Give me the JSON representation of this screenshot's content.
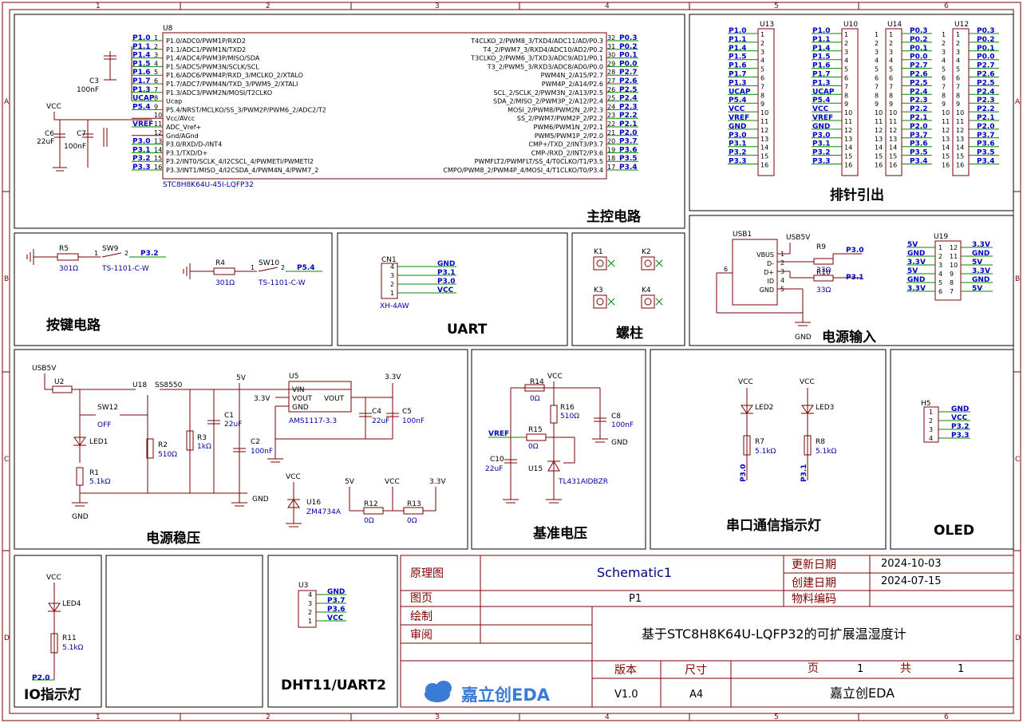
{
  "ruler": {
    "cols": [
      "1",
      "2",
      "3",
      "4",
      "5",
      "6"
    ],
    "rows": [
      "A",
      "B",
      "C",
      "D"
    ]
  },
  "sections": {
    "main": "主控电路",
    "header": "排针引出",
    "key": "按键电路",
    "uart": "UART",
    "screw": "螺柱",
    "power_in": "电源输入",
    "regulator": "电源稳压",
    "reference": "基准电压",
    "serial_led": "串口通信指示灯",
    "oled": "OLED",
    "io_led": "IO指示灯",
    "dht": "DHT11/UART2"
  },
  "mcu": {
    "ref": "U8",
    "part": "STC8H8K64U-45I-LQFP32",
    "left": [
      {
        "net": "P1.0",
        "pin": "1",
        "name": "P1.0/ADC0/PWM1P/RXD2"
      },
      {
        "net": "P1.1",
        "pin": "2",
        "name": "P1.1/ADC1/PWM1N/TXD2"
      },
      {
        "net": "P1.4",
        "pin": "3",
        "name": "P1.4/ADC4/PWM3P/MISO/SDA"
      },
      {
        "net": "P1.5",
        "pin": "4",
        "name": "P1.5/ADC5/PWM3N/SCLK/SCL"
      },
      {
        "net": "P1.6",
        "pin": "5",
        "name": "P1.6/ADC6/PWM4P/RXD_3/MCLKO_2/XTALO"
      },
      {
        "net": "P1.7",
        "pin": "6",
        "name": "P1.7/ADC7/PWM4N/TXD_3/PWM5_2/XTALI"
      },
      {
        "net": "P1.3",
        "pin": "7",
        "name": "P1.3/ADC3/PWM2N/MOSI/T2CLKO"
      },
      {
        "net": "UCAP",
        "pin": "8",
        "name": "Ucap"
      },
      {
        "net": "P5.4",
        "pin": "9",
        "name": "P5.4/NRST/MCLKO/SS_3/PWM2P/PWM6_2/ADC2/T2"
      },
      {
        "net": "",
        "pin": "10",
        "name": "Vcc/AVcc"
      },
      {
        "net": "VREF",
        "pin": "11",
        "name": "ADC_Vref+"
      },
      {
        "net": "",
        "pin": "12",
        "name": "Gnd/AGnd"
      },
      {
        "net": "P3.0",
        "pin": "13",
        "name": "P3.0/RXD/D-/INT4"
      },
      {
        "net": "P3.1",
        "pin": "14",
        "name": "P3.1/TXD/D+"
      },
      {
        "net": "P3.2",
        "pin": "15",
        "name": "P3.2/INT0/SCLK_4/I2CSCL_4/PWMETI/PWMETI2"
      },
      {
        "net": "P3.3",
        "pin": "16",
        "name": "P3.3/INT1/MISO_4/I2CSDA_4/PWM4N_4/PWM7_2"
      }
    ],
    "right": [
      {
        "net": "P0.3",
        "pin": "32",
        "name": "T4CLKO_2/PWM8_3/TXD4/ADC11/AD/P0.3"
      },
      {
        "net": "P0.2",
        "pin": "31",
        "name": "T4_2/PWM7_3/RXD4/ADC10/AD2/P0.2"
      },
      {
        "net": "P0.1",
        "pin": "30",
        "name": "T3CLKO_2/PWM6_3/TXD3/ADC9/AD1/P0.1"
      },
      {
        "net": "P0.0",
        "pin": "29",
        "name": "T3_2/PWM5_3/RXD3/ADC8/AD0/P0.0"
      },
      {
        "net": "P2.7",
        "pin": "28",
        "name": "PWM4N_2/A15/P2.7"
      },
      {
        "net": "P2.6",
        "pin": "27",
        "name": "PWM4P_2/A14/P2.6"
      },
      {
        "net": "P2.5",
        "pin": "26",
        "name": "SCL_2/SCLK_2/PWM3N_2/A13/P2.5"
      },
      {
        "net": "P2.4",
        "pin": "25",
        "name": "SDA_2/MISO_2/PWM3P_2/A12/P2.4"
      },
      {
        "net": "P2.3",
        "pin": "24",
        "name": "MOSI_2/PWM8/PWM2N_2/P2.3"
      },
      {
        "net": "P2.2",
        "pin": "23",
        "name": "SS_2/PWM7/PWM2P_2/P2.2"
      },
      {
        "net": "P2.1",
        "pin": "22",
        "name": "PWM6/PWM1N_2/P2.1"
      },
      {
        "net": "P2.0",
        "pin": "21",
        "name": "PWM5/PWM1P_2/P2.0"
      },
      {
        "net": "P3.7",
        "pin": "20",
        "name": "CMP+/TXD_2/INT3/P3.7"
      },
      {
        "net": "P3.6",
        "pin": "19",
        "name": "CMP-/RXD_2/INT2/P3.6"
      },
      {
        "net": "P3.5",
        "pin": "18",
        "name": "PWMFLT2/PWMFLT/SS_4/T0CLKO/T1/P3.5"
      },
      {
        "net": "P3.4",
        "pin": "17",
        "name": "CMPO/PWM8_2/PWM4P_4/MOSI_4/T1CLKO/T0/P3.4"
      }
    ],
    "caps": {
      "c3": "C3",
      "c3v": "100nF",
      "c6": "C6",
      "c6v": "22uF",
      "c7": "C7",
      "c7v": "100nF",
      "vcc": "VCC"
    }
  },
  "headers": [
    {
      "ref": "U13",
      "nets": [
        "P1.0",
        "P1.1",
        "P1.4",
        "P1.5",
        "P1.6",
        "P1.7",
        "P1.3",
        "UCAP",
        "P5.4",
        "VCC",
        "VREF",
        "GND",
        "P3.0",
        "P3.1",
        "P3.2",
        "P3.3"
      ]
    },
    {
      "ref": "U10",
      "nets": [
        "P1.0",
        "P1.1",
        "P1.4",
        "P1.5",
        "P1.6",
        "P1.7",
        "P1.3",
        "UCAP",
        "P5.4",
        "VCC",
        "VREF",
        "GND",
        "P3.0",
        "P3.1",
        "P3.2",
        "P3.3"
      ]
    },
    {
      "ref": "U14",
      "nets": [
        "P0.3",
        "P0.2",
        "P0.1",
        "P0.0",
        "P2.7",
        "P2.6",
        "P2.5",
        "P2.4",
        "P2.3",
        "P2.2",
        "P2.1",
        "P2.0",
        "P3.7",
        "P3.6",
        "P3.5",
        "P3.4"
      ]
    },
    {
      "ref": "U12",
      "nets": [
        "P0.3",
        "P0.2",
        "P0.1",
        "P0.0",
        "P2.7",
        "P2.6",
        "P2.5",
        "P2.4",
        "P2.3",
        "P2.2",
        "P2.1",
        "P2.0",
        "P3.7",
        "P3.6",
        "P3.5",
        "P3.4"
      ]
    }
  ],
  "keys": [
    {
      "r": "R5",
      "rv": "301Ω",
      "sw": "SW9",
      "part": "TS-1101-C-W",
      "net": "P3.2",
      "p1": "1",
      "p2": "2"
    },
    {
      "r": "R4",
      "rv": "301Ω",
      "sw": "SW10",
      "part": "TS-1101-C-W",
      "net": "P5.4",
      "p1": "1",
      "p2": "2"
    }
  ],
  "uart": {
    "ref": "CN1",
    "part": "XH-4AW",
    "pins": [
      {
        "n": "4",
        "net": "GND"
      },
      {
        "n": "3",
        "net": "P3.1"
      },
      {
        "n": "2",
        "net": "P3.0"
      },
      {
        "n": "1",
        "net": "VCC"
      }
    ]
  },
  "screws": [
    "K1",
    "K2",
    "K3",
    "K4"
  ],
  "usb": {
    "ref": "USB1",
    "pins": [
      "VBUS",
      "D-",
      "D+",
      "ID",
      "GND"
    ],
    "pinnum": [
      "1",
      "2",
      "3",
      "4",
      "5",
      "6"
    ],
    "usb5v": "USB5V",
    "r9": "R9",
    "r9v": "33Ω",
    "r10": "R10",
    "r10v": "33Ω",
    "n1": "P3.0",
    "n2": "P3.1",
    "gnd": "GND"
  },
  "u19": {
    "ref": "U19",
    "left": [
      {
        "n": "5V",
        "p": "1"
      },
      {
        "n": "GND",
        "p": "2"
      },
      {
        "n": "3.3V",
        "p": "3"
      },
      {
        "n": "5V",
        "p": "4"
      },
      {
        "n": "GND",
        "p": "5"
      },
      {
        "n": "3.3V",
        "p": "6"
      }
    ],
    "right": [
      {
        "n": "3.3V",
        "p": "12"
      },
      {
        "n": "GND",
        "p": "11"
      },
      {
        "n": "5V",
        "p": "10"
      },
      {
        "n": "3.3V",
        "p": "9"
      },
      {
        "n": "GND",
        "p": "8"
      },
      {
        "n": "5V",
        "p": "7"
      }
    ]
  },
  "reg": {
    "usb5v": "USB5V",
    "u2": "U2",
    "u18": "U18",
    "ss": "SS8550",
    "sw12": "SW12",
    "off": "OFF",
    "led1": "LED1",
    "r1": "R1",
    "r1v": "5.1kΩ",
    "r2": "R2",
    "r2v": "510Ω",
    "r3": "R3",
    "r3v": "1kΩ",
    "c1": "C1",
    "c1v": "22uF",
    "c2": "C2",
    "c2v": "100nF",
    "v5": "5V",
    "u5": "U5",
    "vin": "VIN",
    "vout": "VOUT",
    "gndp": "GND",
    "voutr": "VOUT",
    "ams": "AMS1117-3.3",
    "v33": "3.3V",
    "v33b": "3.3V",
    "c4": "C4",
    "c4v": "22uF",
    "c5": "C5",
    "c5v": "100nF",
    "gnd": "GND",
    "gnd2": "GND",
    "vcc": "VCC",
    "u16": "U16",
    "zm": "ZM4734A",
    "v5b": "5V",
    "vccb": "VCC",
    "v33c": "3.3V",
    "r12": "R12",
    "r12v": "0Ω",
    "r13": "R13",
    "r13v": "0Ω"
  },
  "ref": {
    "vcc": "VCC",
    "r14": "R14",
    "r14v": "0Ω",
    "r16": "R16",
    "r16v": "510Ω",
    "c8": "C8",
    "c8v": "100nF",
    "gnd": "GND",
    "vref": "VREF",
    "r15": "R15",
    "r15v": "0Ω",
    "c10": "C10",
    "c10v": "22uF",
    "u15": "U15",
    "tl": "TL431AIDBZR"
  },
  "sled": {
    "vcc1": "VCC",
    "vcc2": "VCC",
    "led2": "LED2",
    "led3": "LED3",
    "r7": "R7",
    "r7v": "5.1kΩ",
    "r8": "R8",
    "r8v": "5.1kΩ",
    "n1": "P3.0",
    "n2": "P3.1"
  },
  "oled": {
    "ref": "H5",
    "nets": [
      "GND",
      "VCC",
      "P3.2",
      "P3.3"
    ]
  },
  "ioled": {
    "vcc": "VCC",
    "led": "LED4",
    "r": "R11",
    "rv": "5.1kΩ",
    "net": "P2.0"
  },
  "dht": {
    "ref": "U3",
    "pins": [
      {
        "n": "4",
        "net": "GND"
      },
      {
        "n": "3",
        "net": "P3.7"
      },
      {
        "n": "2",
        "net": "P3.6"
      },
      {
        "n": "1",
        "net": "VCC"
      }
    ]
  },
  "titleblock": {
    "k1": "原理图",
    "v1": "Schematic1",
    "k2": "更新日期",
    "v2": "2024-10-03",
    "k3": "创建日期",
    "v3": "2024-07-15",
    "k4": "图页",
    "v4": "P1",
    "k5": "物料编码",
    "k6": "绘制",
    "k7": "审阅",
    "desc": "基于STC8H8K64U-LQFP32的可扩展温湿度计",
    "k8": "版本",
    "k9": "尺寸",
    "k10": "页",
    "pg": "1",
    "k11": "共",
    "tot": "1",
    "ver": "V1.0",
    "size": "A4",
    "company": "嘉立创EDA",
    "logo": "嘉立创EDA"
  }
}
